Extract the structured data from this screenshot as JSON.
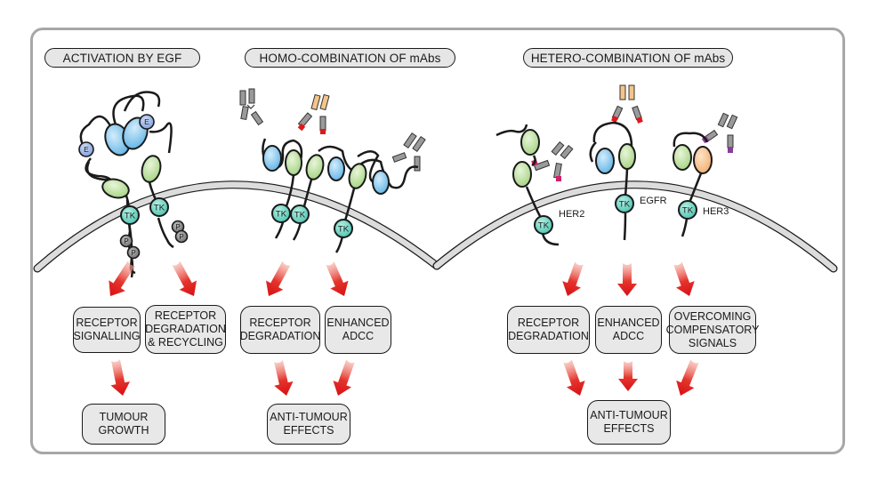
{
  "panels": [
    {
      "id": "egf",
      "title": "ACTIVATION BY  EGF",
      "outcomes": [
        {
          "lines": [
            "RECEPTOR",
            "SIGNALLING"
          ]
        },
        {
          "lines": [
            "RECEPTOR",
            "DEGRADATION",
            "& RECYCLING"
          ]
        }
      ],
      "final": {
        "lines": [
          "TUMOUR",
          "GROWTH"
        ]
      }
    },
    {
      "id": "homo",
      "title": "HOMO-COMBINATION OF mAbs",
      "outcomes": [
        {
          "lines": [
            "RECEPTOR",
            "DEGRADATION"
          ]
        },
        {
          "lines": [
            "ENHANCED",
            "ADCC"
          ]
        }
      ],
      "final": {
        "lines": [
          "ANTI-TUMOUR",
          "EFFECTS"
        ]
      }
    },
    {
      "id": "hetero",
      "title": "HETERO-COMBINATION OF mAbs",
      "outcomes": [
        {
          "lines": [
            "RECEPTOR",
            "DEGRADATION"
          ]
        },
        {
          "lines": [
            "ENHANCED",
            "ADCC"
          ]
        },
        {
          "lines": [
            "OVERCOMING",
            "COMPENSATORY",
            "SIGNALS"
          ]
        }
      ],
      "final": {
        "lines": [
          "ANTI-TUMOUR",
          "EFFECTS"
        ]
      }
    }
  ],
  "receptor_labels": {
    "her2": "HER2",
    "egfr": "EGFR",
    "her3": "HER3"
  },
  "domain_labels": {
    "kinase": "TK",
    "ligand": "E",
    "phospho": "P"
  },
  "colors": {
    "membrane_fill": "#dcdcdc",
    "frame": "#a7a7a9",
    "box_fill": "#e8e8e8",
    "tk_fill": "#6fd3c3",
    "egfr_domain": "#7cc4ec",
    "green_domain": "#b7dd9a",
    "her3_domain": "#f6c08e",
    "ligand": "#8fb0e6",
    "arrow": "#e0191c",
    "epitope_red": "#e0191c",
    "epitope_magenta": "#d0206a",
    "epitope_purple": "#8a3c9c",
    "antibody_orange": "#f3c58a"
  }
}
